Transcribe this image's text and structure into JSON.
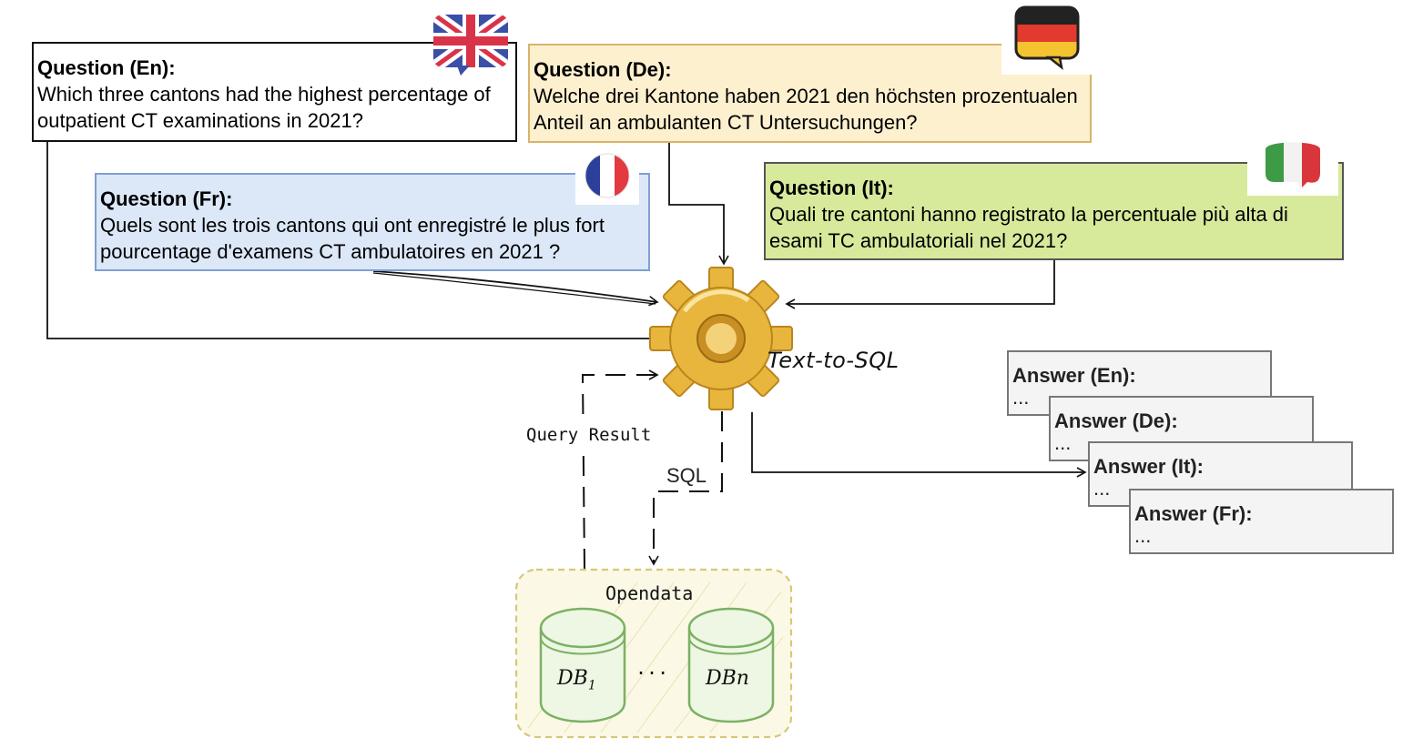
{
  "questions": {
    "en": {
      "title": "Question (En):",
      "text": "Which three cantons had the highest percentage of outpatient CT examinations in 2021?"
    },
    "de": {
      "title": "Question (De):",
      "text": "Welche drei Kantone haben 2021 den höchsten prozentualen Anteil an ambulanten CT Untersuchungen?"
    },
    "fr": {
      "title": "Question (Fr):",
      "text": "Quels sont les trois cantons qui ont enregistré le plus fort pourcentage d'examens CT ambulatoires en 2021 ?"
    },
    "it": {
      "title": "Question (It):",
      "text": "Quali tre cantoni hanno registrato la percentuale più alta di esami TC ambulatoriali nel 2021?"
    }
  },
  "answers": [
    {
      "id": "en",
      "title": "Answer (En):",
      "body": "..."
    },
    {
      "id": "de",
      "title": "Answer (De):",
      "body": "..."
    },
    {
      "id": "it",
      "title": "Answer (It):",
      "body": "..."
    },
    {
      "id": "fr",
      "title": "Answer (Fr):",
      "body": "..."
    }
  ],
  "engine": {
    "label": "Text-to-SQL",
    "icon": "gear-icon"
  },
  "edges": {
    "query_result": "Query Result",
    "sql": "SQL"
  },
  "container": {
    "label": "Opendata",
    "dots": "...",
    "db_first": "DB1",
    "db_last": "DBn"
  },
  "flags": [
    "uk-flag-icon",
    "germany-flag-icon",
    "france-flag-icon",
    "italy-flag-icon"
  ],
  "colors": {
    "de_fill": "#fdf0cf",
    "fr_fill": "#dce8f8",
    "it_fill": "#d7ea9c",
    "answer_fill": "#f4f4f4",
    "container_stroke": "#d8c777",
    "db_stroke": "#7bb163",
    "gear": "#e8b63c"
  }
}
